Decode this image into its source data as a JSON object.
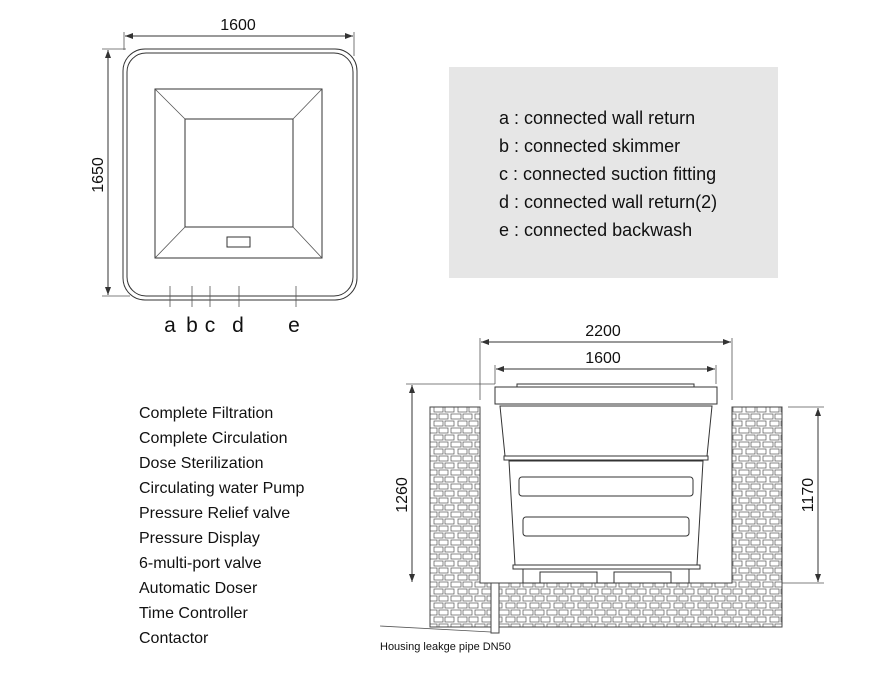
{
  "top_view": {
    "width_dim": "1600",
    "height_dim": "1650",
    "markers": [
      "a",
      "b",
      "c",
      "d",
      "e"
    ]
  },
  "legend": {
    "items": [
      "a : connected wall return",
      "b : connected skimmer",
      "c : connected suction fitting",
      "d : connected wall return(2)",
      "e : connected backwash"
    ],
    "bg_color": "#e6e6e6"
  },
  "features": [
    "Complete Filtration",
    "Complete Circulation",
    "Dose Sterilization",
    "Circulating water Pump",
    "Pressure Relief valve",
    "Pressure Display",
    "6-multi-port valve",
    "Automatic Doser",
    "Time Controller",
    "Contactor"
  ],
  "side_view": {
    "outer_width_dim": "2200",
    "inner_width_dim": "1600",
    "left_height_dim": "1260",
    "right_height_dim": "1170",
    "pipe_caption": "Housing leakge pipe DN50"
  }
}
